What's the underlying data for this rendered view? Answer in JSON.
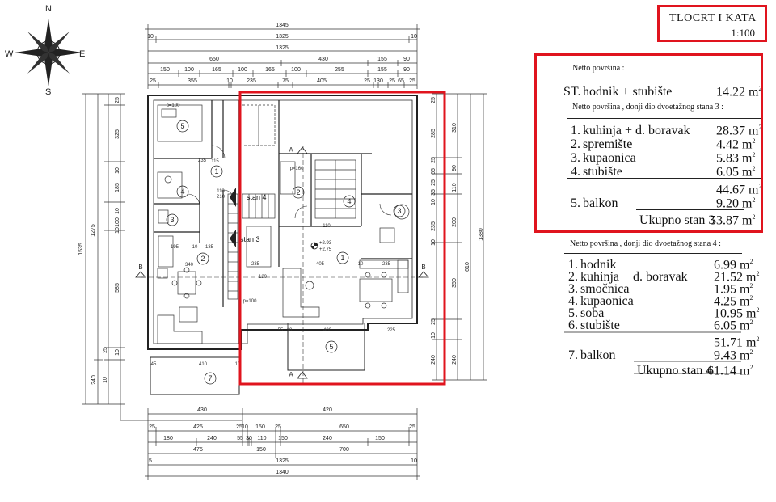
{
  "title": {
    "line1": "TLOCRT I KATA",
    "scale": "1:100"
  },
  "compass": {
    "n": "N",
    "s": "S",
    "e": "E",
    "w": "W"
  },
  "areas": {
    "netto_heading": "Netto površina :",
    "st_row": {
      "num": "ST.",
      "label": "hodnik + stubište",
      "value": "14.22",
      "unit": "m",
      "sup": "2"
    },
    "stan3": {
      "heading": "Netto površina , donji dio dvoetažnog stana 3 :",
      "rows": [
        {
          "num": "1.",
          "label": "kuhinja + d. boravak",
          "value": "28.37",
          "unit": "m",
          "sup": "2"
        },
        {
          "num": "2.",
          "label": "spremište",
          "value": "4.42",
          "unit": "m",
          "sup": "2"
        },
        {
          "num": "3.",
          "label": "kupaonica",
          "value": "5.83",
          "unit": "m",
          "sup": "2"
        },
        {
          "num": "4.",
          "label": "stubište",
          "value": "6.05",
          "unit": "m",
          "sup": "2"
        }
      ],
      "subtotal": {
        "value": "44.67",
        "unit": "m",
        "sup": "2"
      },
      "balkon": {
        "num": "5.",
        "label": "balkon",
        "value": "9.20",
        "unit": "m",
        "sup": "2"
      },
      "total": {
        "label": "Ukupno stan 3",
        "value": "53.87",
        "unit": "m",
        "sup": "2"
      }
    },
    "stan4": {
      "heading": "Netto površina , donji dio dvoetažnog stana  4 :",
      "rows": [
        {
          "num": "1.",
          "label": "hodnik",
          "value": "6.99",
          "unit": "m",
          "sup": "2"
        },
        {
          "num": "2.",
          "label": "kuhinja + d. boravak",
          "value": "21.52",
          "unit": "m",
          "sup": "2"
        },
        {
          "num": "3.",
          "label": "smočnica",
          "value": "1.95",
          "unit": "m",
          "sup": "2"
        },
        {
          "num": "4.",
          "label": "kupaonica",
          "value": "4.25",
          "unit": "m",
          "sup": "2"
        },
        {
          "num": "5.",
          "label": "soba",
          "value": "10.95",
          "unit": "m",
          "sup": "2"
        },
        {
          "num": "6.",
          "label": "stubište",
          "value": "6.05",
          "unit": "m",
          "sup": "2"
        }
      ],
      "subtotal": {
        "value": "51.71",
        "unit": "m",
        "sup": "2"
      },
      "balkon": {
        "num": "7.",
        "label": "balkon",
        "value": "9.43",
        "unit": "m",
        "sup": "2"
      },
      "total": {
        "label": "Ukupno stan 4",
        "value": "61.14",
        "unit": "m",
        "sup": "2"
      }
    }
  },
  "plan": {
    "top_dims": {
      "overall1": "1345",
      "overall2": "1325",
      "edge_left": "10",
      "edge_right": "10",
      "overall3": "1325",
      "row4": [
        "650",
        "430",
        "155",
        "90"
      ],
      "row5": [
        "150",
        "100",
        "165",
        "100",
        "165",
        "100",
        "255",
        "155",
        "90"
      ],
      "row6": [
        "25",
        "355",
        "10",
        "235",
        "75",
        "405",
        "25",
        "130",
        "25",
        "65",
        "25"
      ]
    },
    "bottom_dims": {
      "row1a": "430",
      "row1b": "420",
      "row2": [
        "25",
        "425",
        "25",
        "10",
        "150",
        "25",
        "650",
        "25"
      ],
      "row3": [
        "180",
        "240",
        "55",
        "30",
        "110",
        "150",
        "240",
        "150"
      ],
      "row4": [
        "475",
        "150",
        "700"
      ],
      "row5": [
        "5",
        "1325",
        "10"
      ],
      "overall": "1340"
    },
    "left_dims": {
      "outer": "1535",
      "middle": "1275",
      "inner": [
        "25",
        "325",
        "10",
        "185",
        "10",
        "100",
        "10",
        "585",
        "10",
        "25",
        "240",
        "10"
      ]
    },
    "right_dims": {
      "outer": "1380",
      "inner": [
        "25",
        "285",
        "25",
        "65",
        "25",
        "35",
        "10",
        "235",
        "10",
        "25",
        "10",
        "240"
      ],
      "outer_seg": [
        "310",
        "90",
        "110",
        "200",
        "610",
        "350",
        "240"
      ]
    },
    "room_labels_left": [
      "5",
      "1",
      "4",
      "3",
      "2",
      "7"
    ],
    "room_labels_right": [
      "2",
      "4",
      "3",
      "1",
      "5"
    ],
    "stan_labels": [
      "stan 4",
      "stan 3"
    ],
    "misc_labels": [
      "p=100",
      "p=100",
      "p=160",
      "115",
      "235",
      "110",
      "210",
      "195",
      "10",
      "135",
      "340",
      "235",
      "120",
      "110",
      "405",
      "10",
      "235",
      "55",
      "10",
      "400",
      "225",
      "45",
      "410",
      "10"
    ],
    "section_markers": [
      "A",
      "A",
      "B",
      "B"
    ],
    "level_marks": [
      "+2.93",
      "+2.75"
    ]
  }
}
